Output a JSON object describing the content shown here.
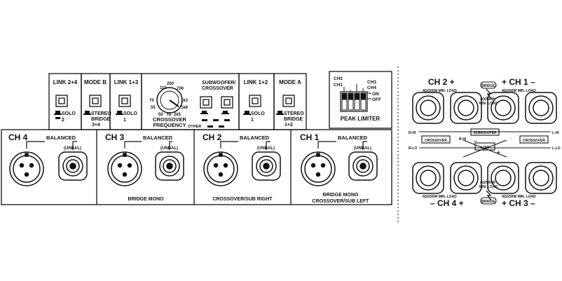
{
  "links": {
    "link24": "LINK 2+4",
    "modeB": "MODE B",
    "link13": "LINK 1+3",
    "link12": "LINK 1+2",
    "modeA": "MODE A"
  },
  "switch_opts": {
    "solo": "SOLO",
    "two": "2",
    "one": "1",
    "stereo": "STEREO",
    "bridge": "BRIDGE",
    "b34": "3+4",
    "b12": "1+2"
  },
  "crossover": {
    "ticks": [
      "110",
      "250",
      "700",
      "70",
      "1k3",
      "55",
      "1k8",
      "50",
      "Hz",
      "2k5"
    ],
    "title1": "CROSSOVER",
    "title2": "FREQUENCY"
  },
  "subwoofer": {
    "title1": "SUBWOOFER/",
    "title2": "CROSSOVER",
    "other": "OTHER"
  },
  "limiter": {
    "ch2": "CH2",
    "ch1": "CH1",
    "ch3": "CH3",
    "ch4": "CH4",
    "on": "ON",
    "off": "OFF",
    "title": "PEAK LIMITER"
  },
  "inputs": {
    "ch4": "CH 4",
    "ch3": "CH 3",
    "ch2": "CH 2",
    "ch1": "CH 1",
    "balanced": "BALANCED",
    "unbal": "(UNBAL)",
    "bridge_mono": "BRIDGE MONO",
    "cross_right": "CROSSOVER/SUB RIGHT",
    "ch1_note1": "BRIDGE MONO",
    "ch1_note2": "CROSSOVER/SUB LEFT"
  },
  "outputs": {
    "ch2_top": "CH 2 +",
    "ch1_top": "+ CH 1 –",
    "ch4_bot": "– CH 4 +",
    "ch3_bot": "+ CH 3 –",
    "bridge": "BRIDGE",
    "min_load_left": "4Ω/250W MIN. LOAD",
    "min_load_right": "4Ω/250W MIN. LOAD",
    "bridge_load1": "8Ω/500W",
    "bridge_load2": "MIN. LOAD",
    "r_hi": "R-HI",
    "r_lo": "R-LO",
    "l_hi": "L-HI",
    "l_lo": "L-LO",
    "subwoofer": "SUBWOOFER",
    "crossover_l": "CROSSOVER",
    "crossover_r": "CROSSOVER",
    "b_hi": "B-HI",
    "low": "LOW",
    "minus": "–",
    "plus": "+"
  }
}
